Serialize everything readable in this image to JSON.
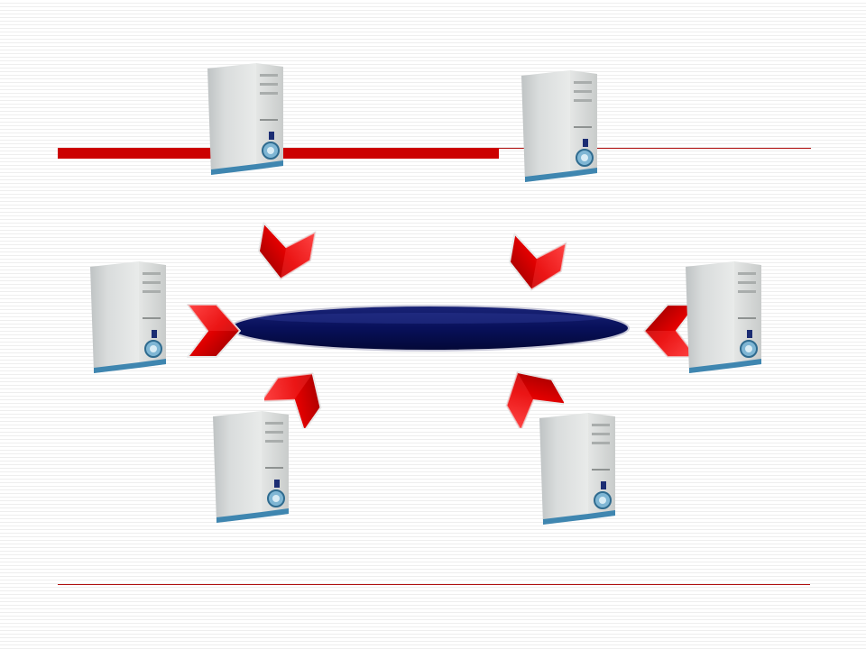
{
  "slide": {
    "accent_color": "#cc0000",
    "rule_color": "#b01010",
    "arrow_color": "#dd0000",
    "arrow_highlight": "#ff3b3b",
    "bus_color": "#08105a"
  },
  "diagram": {
    "type": "bus-network-topology",
    "nodes": [
      {
        "icon": "computer-tower-icon",
        "position": "top-left"
      },
      {
        "icon": "computer-tower-icon",
        "position": "top-right"
      },
      {
        "icon": "computer-tower-icon",
        "position": "middle-left"
      },
      {
        "icon": "computer-tower-icon",
        "position": "middle-right"
      },
      {
        "icon": "computer-tower-icon",
        "position": "bottom-left"
      },
      {
        "icon": "computer-tower-icon",
        "position": "bottom-right"
      }
    ],
    "bus": {
      "icon": "network-bus-cylinder"
    },
    "arrows": [
      {
        "icon": "red-chevron-arrow-icon",
        "points_to": "bus"
      },
      {
        "icon": "red-chevron-arrow-icon",
        "points_to": "bus"
      },
      {
        "icon": "red-chevron-arrow-icon",
        "points_to": "bus"
      },
      {
        "icon": "red-chevron-arrow-icon",
        "points_to": "bus"
      },
      {
        "icon": "red-chevron-arrow-icon",
        "points_to": "bus"
      },
      {
        "icon": "red-chevron-arrow-icon",
        "points_to": "bus"
      }
    ]
  }
}
